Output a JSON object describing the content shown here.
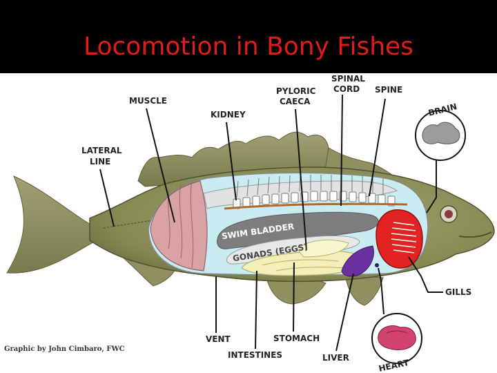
{
  "title": "Locomotion in Bony Fishes",
  "credit": "Graphic by John Cimbaro, FWC",
  "labels": {
    "lateral_line": [
      "LATERAL",
      "LINE"
    ],
    "muscle": "MUSCLE",
    "kidney": "KIDNEY",
    "pyloric_caeca": [
      "PYLORIC",
      "CAECA"
    ],
    "spinal_cord": [
      "SPINAL",
      "CORD"
    ],
    "spine": "SPINE",
    "brain": "BRAIN",
    "gills": "GILLS",
    "heart": "HEART",
    "vent": "VENT",
    "intestines": "INTESTINES",
    "stomach": "STOMACH",
    "liver": "LIVER",
    "swim_bladder": "SWIM BLADDER",
    "gonads": "GONADS (EGGS)"
  },
  "colors": {
    "title": "#e41b1b",
    "fish_body": "#8c8f5a",
    "muscle": "#d9a3a6",
    "body_cavity": "#c9ecf2",
    "gills": "#e32222",
    "liver": "#6a2fa0",
    "heart": "#d2426f",
    "intestines": "#f4efb8"
  }
}
